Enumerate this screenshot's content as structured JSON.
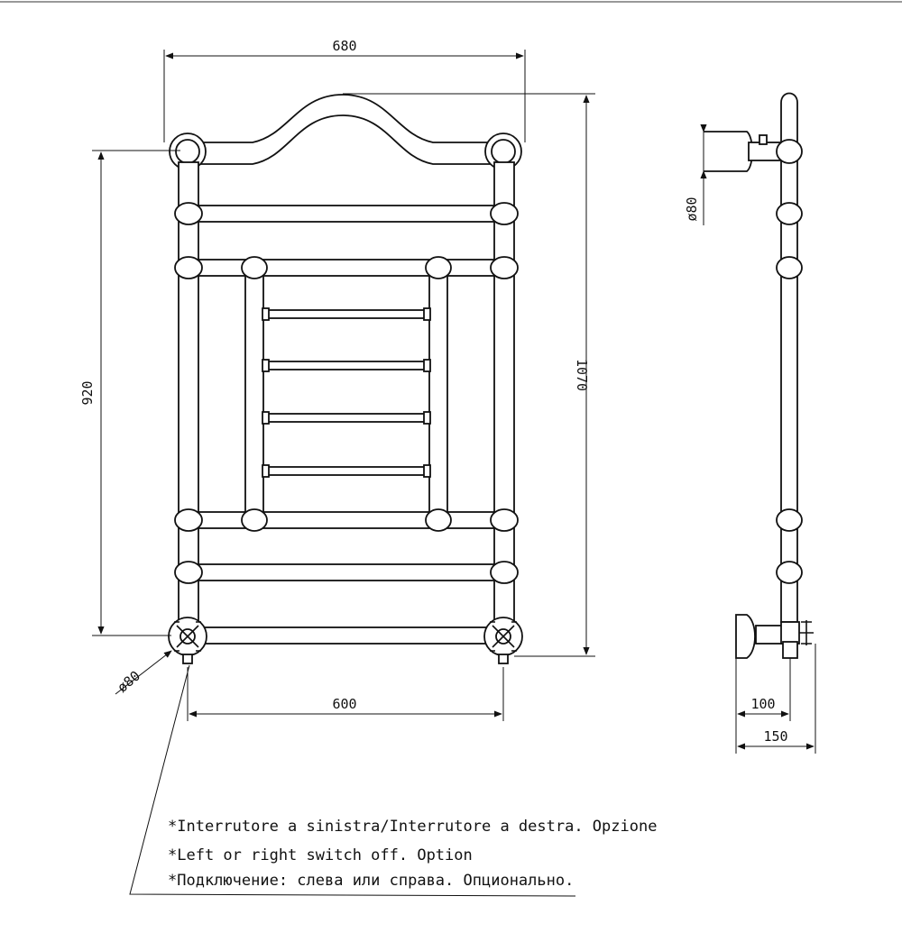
{
  "dimensions": {
    "overall_width": "680",
    "overall_height": "1070",
    "center_height": "920",
    "center_width": "600",
    "front_valve_diameter": "ø80",
    "side_flange_diameter": "ø80",
    "side_depth_inner": "100",
    "side_depth_outer": "150"
  },
  "notes": {
    "italian": "*Interrutore a sinistra/Interrutore a destra. Opzione",
    "english": "*Left or right switch off. Option",
    "russian": "*Подключение: слева или справа. Опционально."
  },
  "colors": {
    "line": "#111111",
    "background": "#ffffff"
  }
}
